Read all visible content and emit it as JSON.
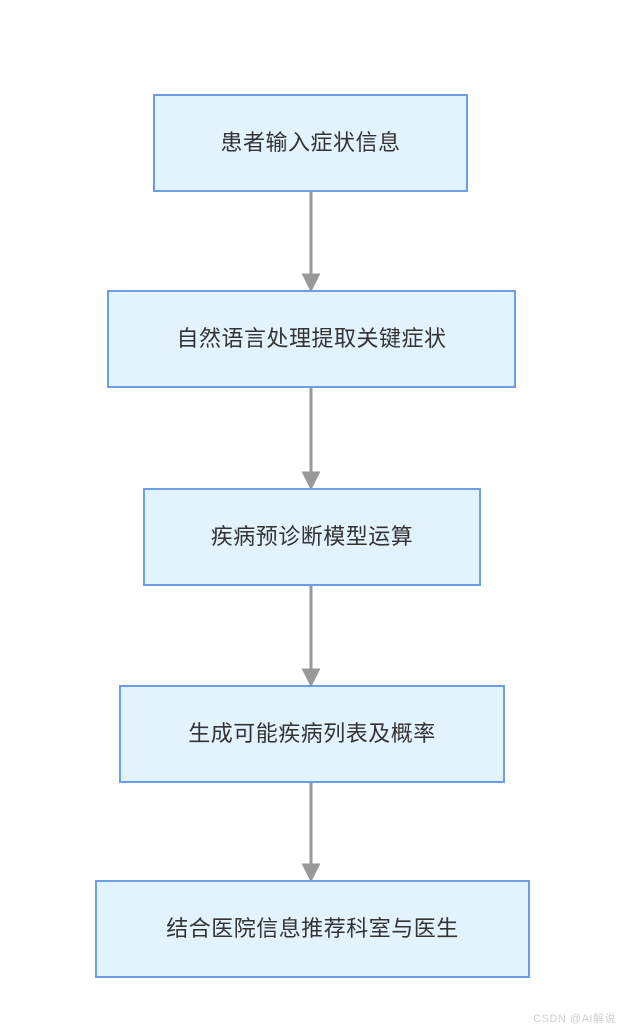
{
  "diagram": {
    "type": "flowchart",
    "direction": "top-to-bottom",
    "background_color": "#ffffff",
    "node_fill_color": "#e3f3fd",
    "node_border_color": "#6c9ee8",
    "node_text_color": "#333333",
    "edge_color": "#999999",
    "nodes": [
      {
        "id": "n1",
        "label": "患者输入症状信息"
      },
      {
        "id": "n2",
        "label": "自然语言处理提取关键症状"
      },
      {
        "id": "n3",
        "label": "疾病预诊断模型运算"
      },
      {
        "id": "n4",
        "label": "生成可能疾病列表及概率"
      },
      {
        "id": "n5",
        "label": "结合医院信息推荐科室与医生"
      }
    ],
    "edges": [
      {
        "from": "n1",
        "to": "n2",
        "label": ""
      },
      {
        "from": "n2",
        "to": "n3",
        "label": ""
      },
      {
        "from": "n3",
        "to": "n4",
        "label": ""
      },
      {
        "from": "n4",
        "to": "n5",
        "label": ""
      }
    ]
  },
  "watermark": {
    "text": "CSDN @AI解说"
  }
}
